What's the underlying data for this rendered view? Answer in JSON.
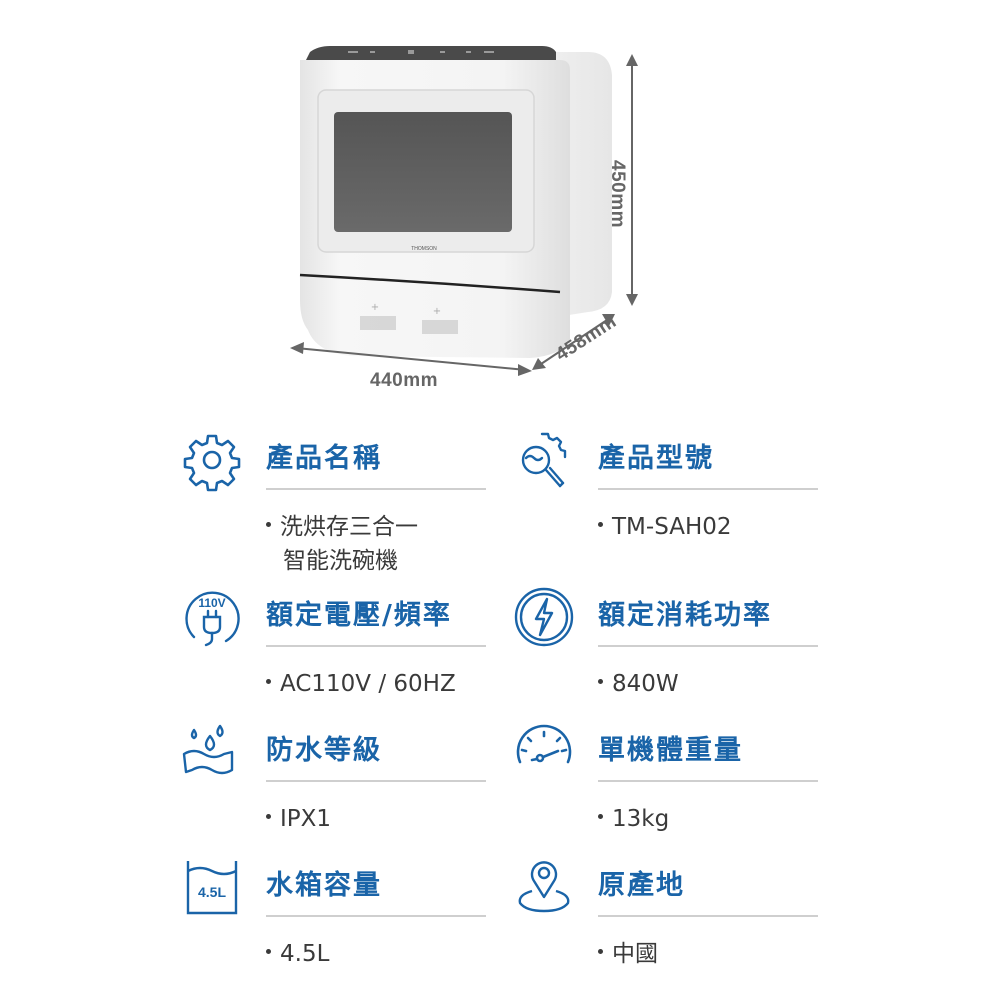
{
  "product_image": {
    "brand_label": "THOMSON",
    "dimensions": {
      "height": "450mm",
      "width": "440mm",
      "depth": "458mm"
    }
  },
  "theme": {
    "accent": "#1a64a8",
    "text": "#3a3a3a",
    "rule": "#cfcfcf",
    "dim_text": "#666666"
  },
  "specs": [
    {
      "icon": "gear-icon",
      "title": "產品名稱",
      "value": "洗烘存三合一",
      "value_line2": "智能洗碗機"
    },
    {
      "icon": "gear-magnifier-icon",
      "title": "產品型號",
      "value": "TM-SAH02"
    },
    {
      "icon": "plug-110v-icon",
      "icon_text": "110V",
      "title": "額定電壓/頻率",
      "value": "AC110V / 60HZ"
    },
    {
      "icon": "lightning-icon",
      "title": "額定消耗功率",
      "value": "840W"
    },
    {
      "icon": "water-drops-icon",
      "title": "防水等級",
      "value": "IPX1"
    },
    {
      "icon": "gauge-icon",
      "title": "單機體重量",
      "value": "13kg"
    },
    {
      "icon": "water-tank-icon",
      "icon_text": "4.5L",
      "title": "水箱容量",
      "value": "4.5L"
    },
    {
      "icon": "location-pin-icon",
      "title": "原產地",
      "value": "中國"
    }
  ]
}
